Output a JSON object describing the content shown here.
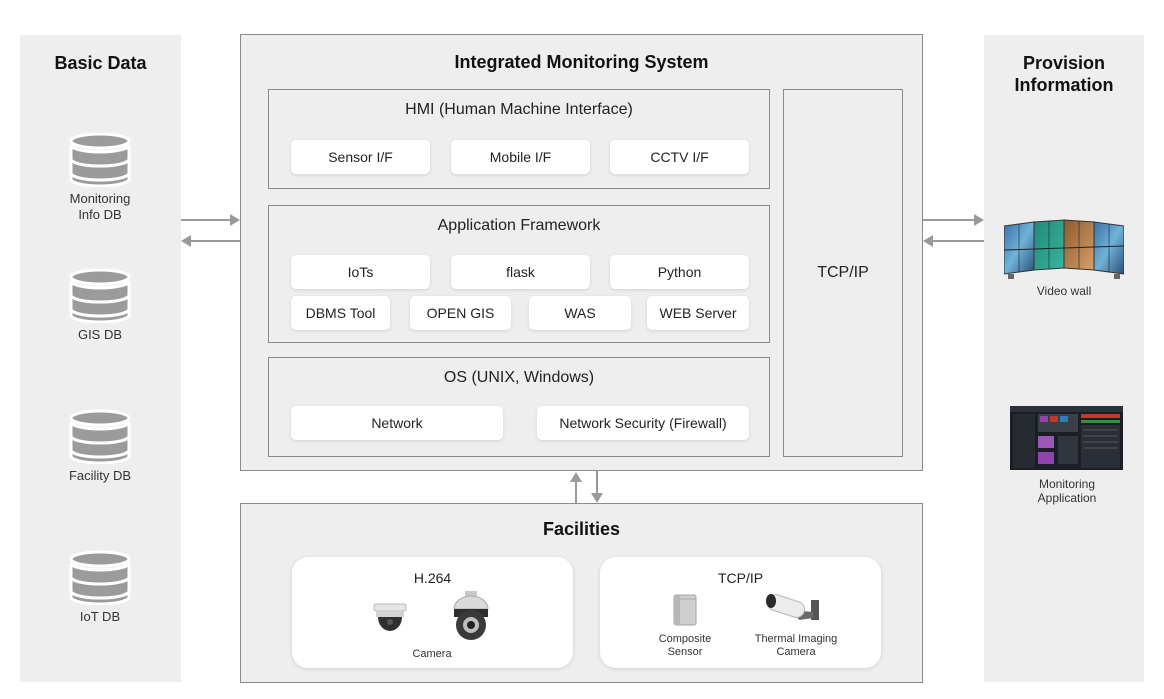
{
  "basic_data": {
    "title": "Basic Data",
    "databases": [
      {
        "label": "Monitoring\nInfo DB",
        "icon": "database-icon"
      },
      {
        "label": "GIS DB",
        "icon": "database-icon"
      },
      {
        "label": "Facility DB",
        "icon": "database-icon"
      },
      {
        "label": "IoT DB",
        "icon": "database-icon"
      }
    ]
  },
  "system": {
    "title": "Integrated Monitoring System",
    "hmi": {
      "title": "HMI (Human Machine Interface)",
      "items": [
        "Sensor I/F",
        "Mobile I/F",
        "CCTV I/F"
      ]
    },
    "app_framework": {
      "title": "Application Framework",
      "row1": [
        "IoTs",
        "flask",
        "Python"
      ],
      "row2": [
        "DBMS Tool",
        "OPEN GIS",
        "WAS",
        "WEB Server"
      ]
    },
    "os": {
      "title": "OS (UNIX, Windows)",
      "items": [
        "Network",
        "Network Security (Firewall)"
      ]
    },
    "tcp_label": "TCP/IP"
  },
  "provision": {
    "title": "Provision\nInformation",
    "items": [
      {
        "label": "Video wall",
        "icon": "video-wall-icon"
      },
      {
        "label": "Monitoring\nApplication",
        "icon": "monitoring-application-icon"
      }
    ]
  },
  "facilities": {
    "title": "Facilities",
    "h264": {
      "title": "H.264",
      "camera_label": "Camera"
    },
    "tcpip": {
      "title": "TCP/IP",
      "composite_label": "Composite\nSensor",
      "thermal_label": "Thermal Imaging\nCamera"
    }
  },
  "colors": {
    "panel_bg": "#eeeeee",
    "border": "#8a8a8a",
    "arrow": "#9a9a9a",
    "db_gray": "#9b9b9b"
  }
}
